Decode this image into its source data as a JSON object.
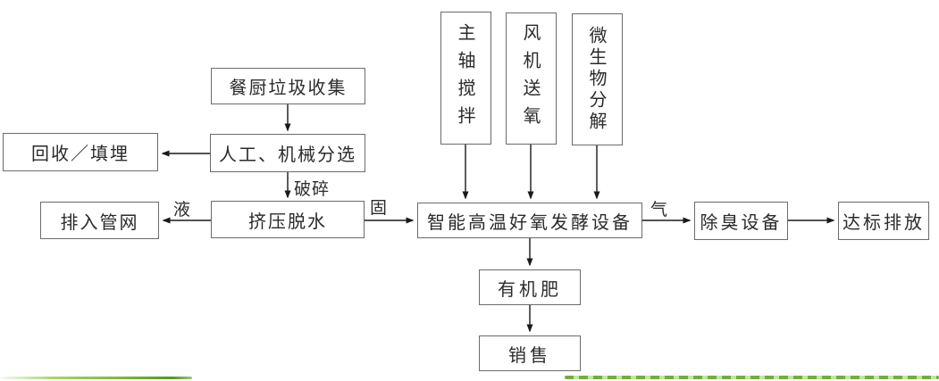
{
  "diagram": {
    "type": "flowchart",
    "background": "#ffffff",
    "box_border_color": "#6b6b6b",
    "text_color": "#2b2b2b",
    "arrow_color": "#1a1a1a",
    "nodes": {
      "collection": {
        "label": "餐厨垃圾收集"
      },
      "recycle": {
        "label": "回收／填埋"
      },
      "sorting": {
        "label": "人工、机械分选"
      },
      "pipe": {
        "label": "排入管网"
      },
      "dewater": {
        "label": "挤压脱水"
      },
      "shaft": {
        "label": "主轴搅拌"
      },
      "fan": {
        "label": "风机送氧"
      },
      "microbial": {
        "label": "微生物分解"
      },
      "ferment": {
        "label": "智能高温好氧发酵设备"
      },
      "deodor": {
        "label": "除臭设备"
      },
      "discharge": {
        "label": "达标排放"
      },
      "fertilizer": {
        "label": "有机肥"
      },
      "sales": {
        "label": "销售"
      }
    },
    "edge_labels": {
      "crushing": "破碎",
      "liquid": "液",
      "solid": "固",
      "gas": "气"
    },
    "decor": {
      "green_dark": "#4e9a1e",
      "green_mid": "#7cb93e",
      "green_light": "#bfe191"
    }
  }
}
